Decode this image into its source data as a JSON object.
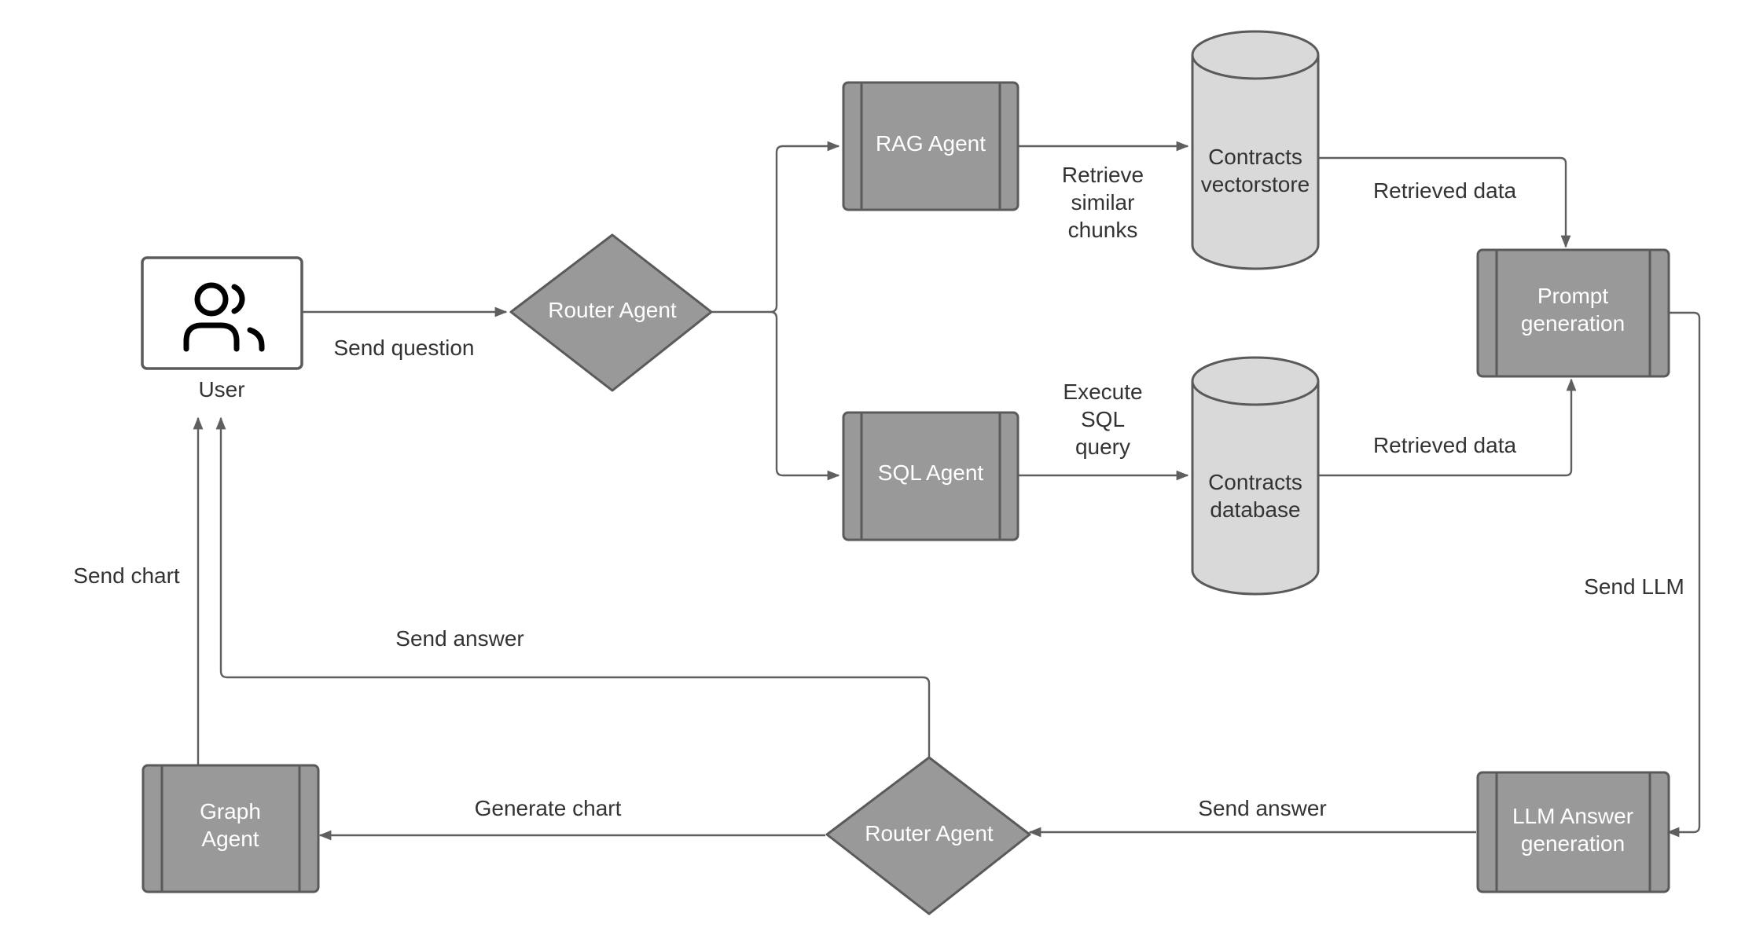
{
  "nodes": {
    "user": {
      "label": "User",
      "icon": "users-icon"
    },
    "router_top": {
      "label": "Router Agent"
    },
    "rag_agent": {
      "label": "RAG Agent"
    },
    "sql_agent": {
      "label": "SQL Agent"
    },
    "contracts_vectorstore": {
      "line1": "Contracts",
      "line2": "vectorstore"
    },
    "contracts_database": {
      "line1": "Contracts",
      "line2": "database"
    },
    "prompt_generation": {
      "line1": "Prompt",
      "line2": "generation"
    },
    "llm_answer": {
      "line1": "LLM Answer",
      "line2": "generation"
    },
    "router_bottom": {
      "label": "Router Agent"
    },
    "graph_agent": {
      "line1": "Graph",
      "line2": "Agent"
    }
  },
  "edges": {
    "send_question": "Send question",
    "retrieve_chunks": {
      "line1": "Retrieve",
      "line2": "similar",
      "line3": "chunks"
    },
    "execute_sql": {
      "line1": "Execute",
      "line2": "SQL",
      "line3": "query"
    },
    "retrieved_data_top": "Retrieved data",
    "retrieved_data_bottom": "Retrieved data",
    "send_llm": "Send LLM",
    "send_answer_right": "Send answer",
    "generate_chart": "Generate chart",
    "send_answer_left": "Send answer",
    "send_chart": "Send chart"
  },
  "colors": {
    "process_fill": "#999999",
    "storage_fill": "#d9d9d9",
    "stroke": "#5a5a5a",
    "node_text": "#ffffff",
    "label_text": "#333333"
  }
}
